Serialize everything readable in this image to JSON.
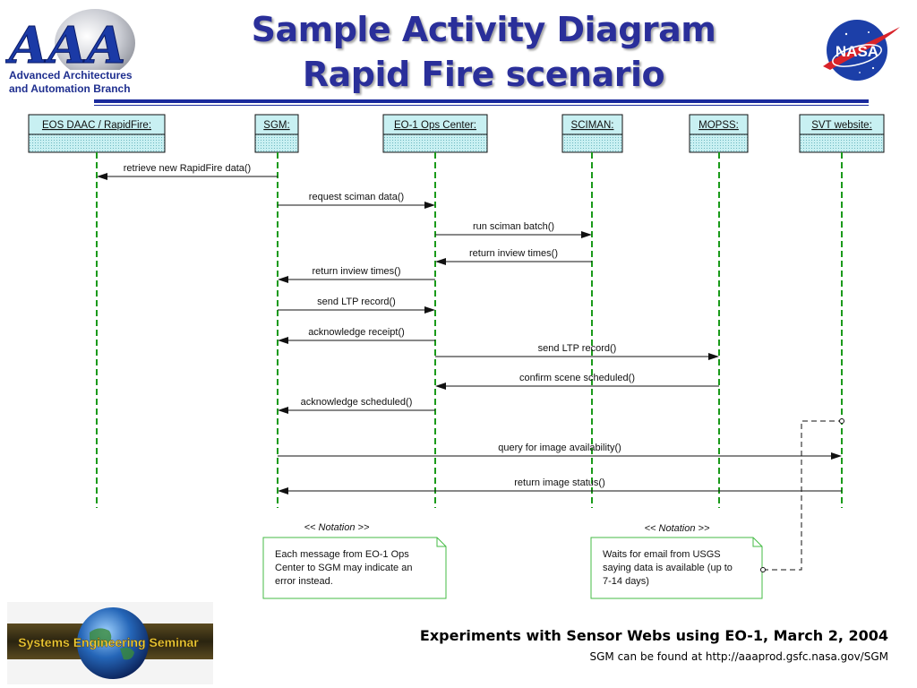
{
  "header": {
    "title_line1": "Sample Activity Diagram",
    "title_line2": "Rapid Fire scenario",
    "logo_text": "AAA",
    "branch_line1": "Advanced Architectures",
    "branch_line2": "and Automation Branch",
    "nasa_logo_text": "NASA"
  },
  "lifelines": [
    {
      "label": "EOS DAAC / RapidFire:"
    },
    {
      "label": "SGM:"
    },
    {
      "label": "EO-1 Ops Center:"
    },
    {
      "label": "SCIMAN:"
    },
    {
      "label": "MOPSS:"
    },
    {
      "label": "SVT website:"
    }
  ],
  "messages": [
    {
      "label": "retrieve new RapidFire data()",
      "from": 1,
      "to": 0
    },
    {
      "label": "request sciman data()",
      "from": 1,
      "to": 2
    },
    {
      "label": "run sciman batch()",
      "from": 2,
      "to": 3
    },
    {
      "label": "return inview times()",
      "from": 3,
      "to": 2
    },
    {
      "label": "return inview times()",
      "from": 2,
      "to": 1
    },
    {
      "label": "send LTP record()",
      "from": 1,
      "to": 2
    },
    {
      "label": "acknowledge receipt()",
      "from": 2,
      "to": 1
    },
    {
      "label": "send LTP record()",
      "from": 2,
      "to": 4
    },
    {
      "label": "confirm scene scheduled()",
      "from": 4,
      "to": 2
    },
    {
      "label": "acknowledge scheduled()",
      "from": 2,
      "to": 1
    },
    {
      "label": "query for image availability()",
      "from": 1,
      "to": 5
    },
    {
      "label": "return image status()",
      "from": 5,
      "to": 1
    }
  ],
  "notes": [
    {
      "title": "<< Notation >>",
      "lines": [
        "Each message from EO-1 Ops",
        "Center to SGM may indicate an",
        "error instead."
      ]
    },
    {
      "title": "<< Notation >>",
      "lines": [
        "Waits for email from USGS",
        "saying data is available (up to",
        "7-14 days)"
      ]
    }
  ],
  "footer": {
    "seminar_name": "Systems Engineering Seminar",
    "title": "Experiments with Sensor Webs using EO-1, March 2, 2004",
    "subtitle": "SGM can be found at http://aaaprod.gsfc.nasa.gov/SGM"
  },
  "colors": {
    "lifeline_fill": "#c8f0f2",
    "lifeline_line": "#1a9a1a",
    "note_border": "#44bb44",
    "title_blue": "#2a2f9a",
    "rule_blue": "#1a2a9c"
  }
}
